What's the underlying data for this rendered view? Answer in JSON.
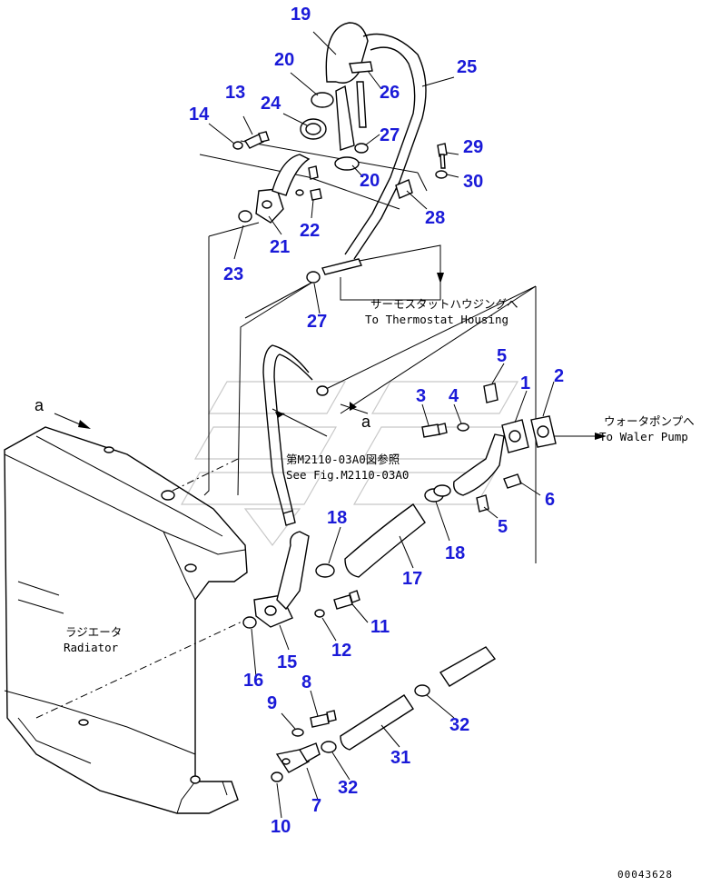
{
  "callouts": {
    "c1": "1",
    "c2": "2",
    "c3": "3",
    "c4": "4",
    "c5a": "5",
    "c5b": "5",
    "c6": "6",
    "c7": "7",
    "c8": "8",
    "c9": "9",
    "c10": "10",
    "c11": "11",
    "c12": "12",
    "c13": "13",
    "c14": "14",
    "c15": "15",
    "c16": "16",
    "c17": "17",
    "c18a": "18",
    "c18b": "18",
    "c19": "19",
    "c20a": "20",
    "c20b": "20",
    "c21": "21",
    "c22": "22",
    "c23": "23",
    "c24": "24",
    "c25": "25",
    "c26": "26",
    "c27a": "27",
    "c27b": "27",
    "c28": "28",
    "c29": "29",
    "c30": "30",
    "c31": "31",
    "c32a": "32",
    "c32b": "32"
  },
  "notes": {
    "thermostat_jp": "サーモスタットハウジングへ",
    "thermostat_en": "To Thermostat Housing",
    "waterpump_jp": "ウォータポンプへ",
    "waterpump_en": "To Waler Pump",
    "figref_jp": "第M2110-03A0図参照",
    "figref_en": "See Fig.M2110-03A0",
    "radiator_jp": "ラジエータ",
    "radiator_en": "Radiator",
    "ref_letter_a1": "a",
    "ref_letter_a2": "a"
  },
  "drawing_code": "00043628"
}
